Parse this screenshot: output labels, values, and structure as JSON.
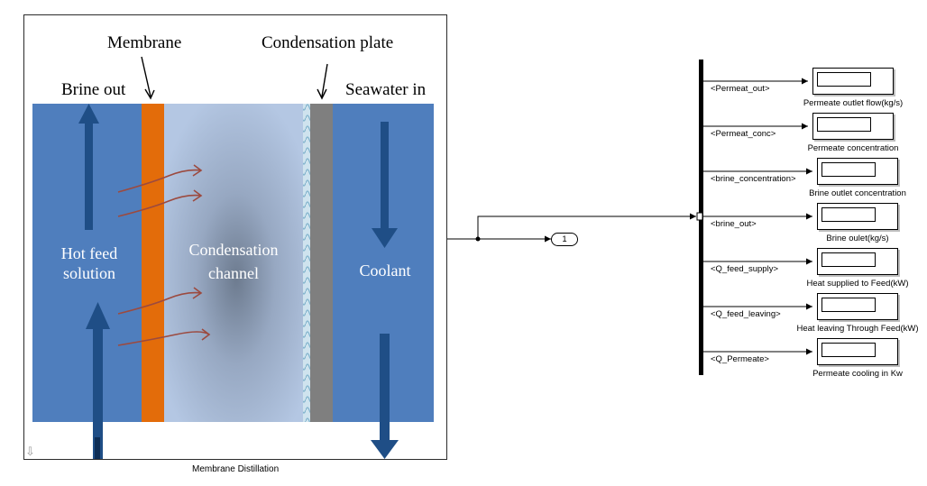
{
  "diagram": {
    "membrane_label": "Membrane",
    "condensation_plate_label": "Condensation plate",
    "brine_out_label": "Brine out",
    "seawater_in_label": "Seawater in",
    "hot_feed_line1": "Hot feed",
    "hot_feed_line2": "solution",
    "condensation_channel_line1": "Condensation",
    "condensation_channel_line2": "channel",
    "coolant_label": "Coolant"
  },
  "subsystem": {
    "name": "Membrane Distillation"
  },
  "outport": {
    "number": "1"
  },
  "bus_signals": [
    {
      "label": "<Permeat_out>",
      "display": "Permeate outlet flow(kg/s)"
    },
    {
      "label": "<Permeat_conc>",
      "display": "Permeate concentration"
    },
    {
      "label": "<brine_concentration>",
      "display": "Brine outlet concentration"
    },
    {
      "label": "<brine_out>",
      "display": "Brine oulet(kg/s)"
    },
    {
      "label": "<Q_feed_supply>",
      "display": "Heat supplied to Feed(kW)"
    },
    {
      "label": "<Q_feed_leaving>",
      "display": "Heat leaving Through Feed(kW)"
    },
    {
      "label": "<Q_Permeate>",
      "display": "Permeate cooling in Kw"
    }
  ],
  "colors": {
    "hot_feed": "#4f7ebd",
    "membrane": "#e36c0a",
    "channel": "#b4c7e3",
    "plate": "#7f7f7f",
    "coolant": "#4f7ebd",
    "arrow_dark": "#1f4e86",
    "heat_arrow": "#9c4a3f"
  },
  "icons": {
    "subsystem_indicator": "down-arrow-icon"
  }
}
